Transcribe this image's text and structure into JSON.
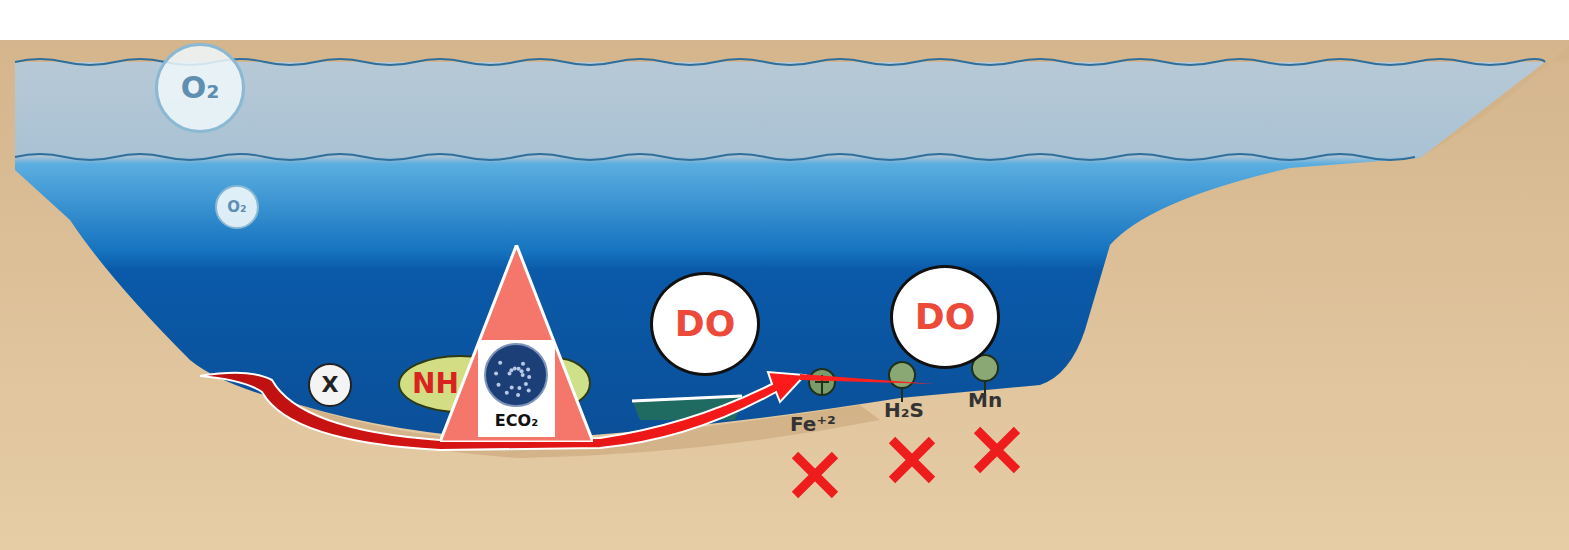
{
  "diagram": {
    "nodes": [
      {
        "text": [
          "O₂"
        ]
      },
      {
        "text": [
          "O₂"
        ]
      },
      {
        "text": [
          "X"
        ]
      },
      {
        "text": [
          "NH"
        ]
      },
      {
        "text": [
          "ECO₂"
        ]
      },
      {
        "text": [
          "DO"
        ]
      },
      {
        "text": [
          "DO"
        ]
      }
    ],
    "labels": [
      "Fe⁺²",
      "H₂S",
      "Mn"
    ]
  }
}
